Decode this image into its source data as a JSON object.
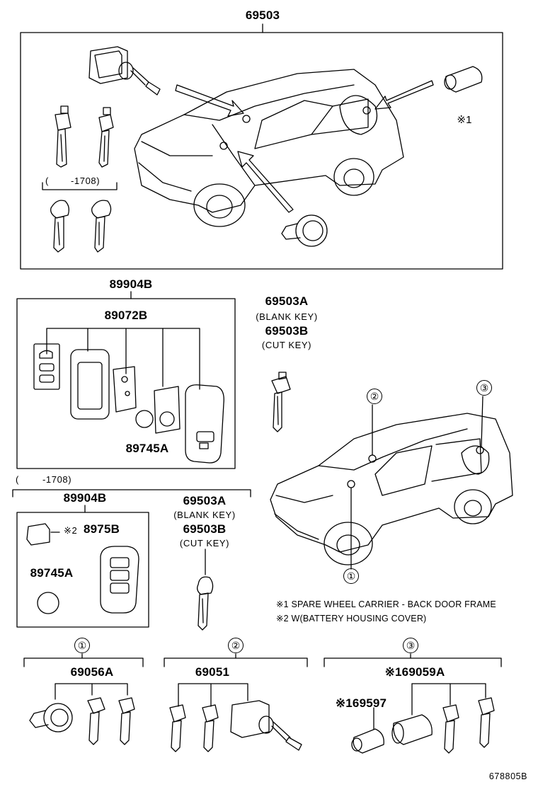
{
  "group_69503": {
    "part_number": "69503",
    "spare_wheel_mark": "※1",
    "range_open": "(",
    "range_label": "-1708)"
  },
  "group_89904b_upper": {
    "part_number": "89904B",
    "sub_part_89072b": "89072B",
    "sub_part_89745a": "89745A"
  },
  "group_keys_upper": {
    "blank_part": "69503A",
    "blank_note": "(BLANK KEY)",
    "cut_part": "69503B",
    "cut_note": "(CUT KEY)"
  },
  "group_89904b_lower": {
    "range_open": "(",
    "range_label": "-1708)",
    "part_number": "89904B",
    "sub_part_8975b_mark": "※2",
    "sub_part_8975b": "8975B",
    "sub_part_89745a": "89745A"
  },
  "group_keys_lower": {
    "blank_part": "69503A",
    "blank_note": "(BLANK KEY)",
    "cut_part": "69503B",
    "cut_note": "(CUT KEY)"
  },
  "callouts": {
    "one": "①",
    "two": "②",
    "three": "③"
  },
  "notes": {
    "note1": "※1 SPARE WHEEL CARRIER - BACK DOOR FRAME",
    "note2": "※2 W(BATTERY HOUSING COVER)"
  },
  "bottom_groups": {
    "g1_callout": "①",
    "g1_part": "69056A",
    "g2_callout": "②",
    "g2_part": "69051",
    "g3_callout": "③",
    "g3_part": "※169059A",
    "g3_sub_part": "※169597"
  },
  "diagram_number": "678805B",
  "colors": {
    "line": "#000000",
    "background": "#ffffff"
  }
}
